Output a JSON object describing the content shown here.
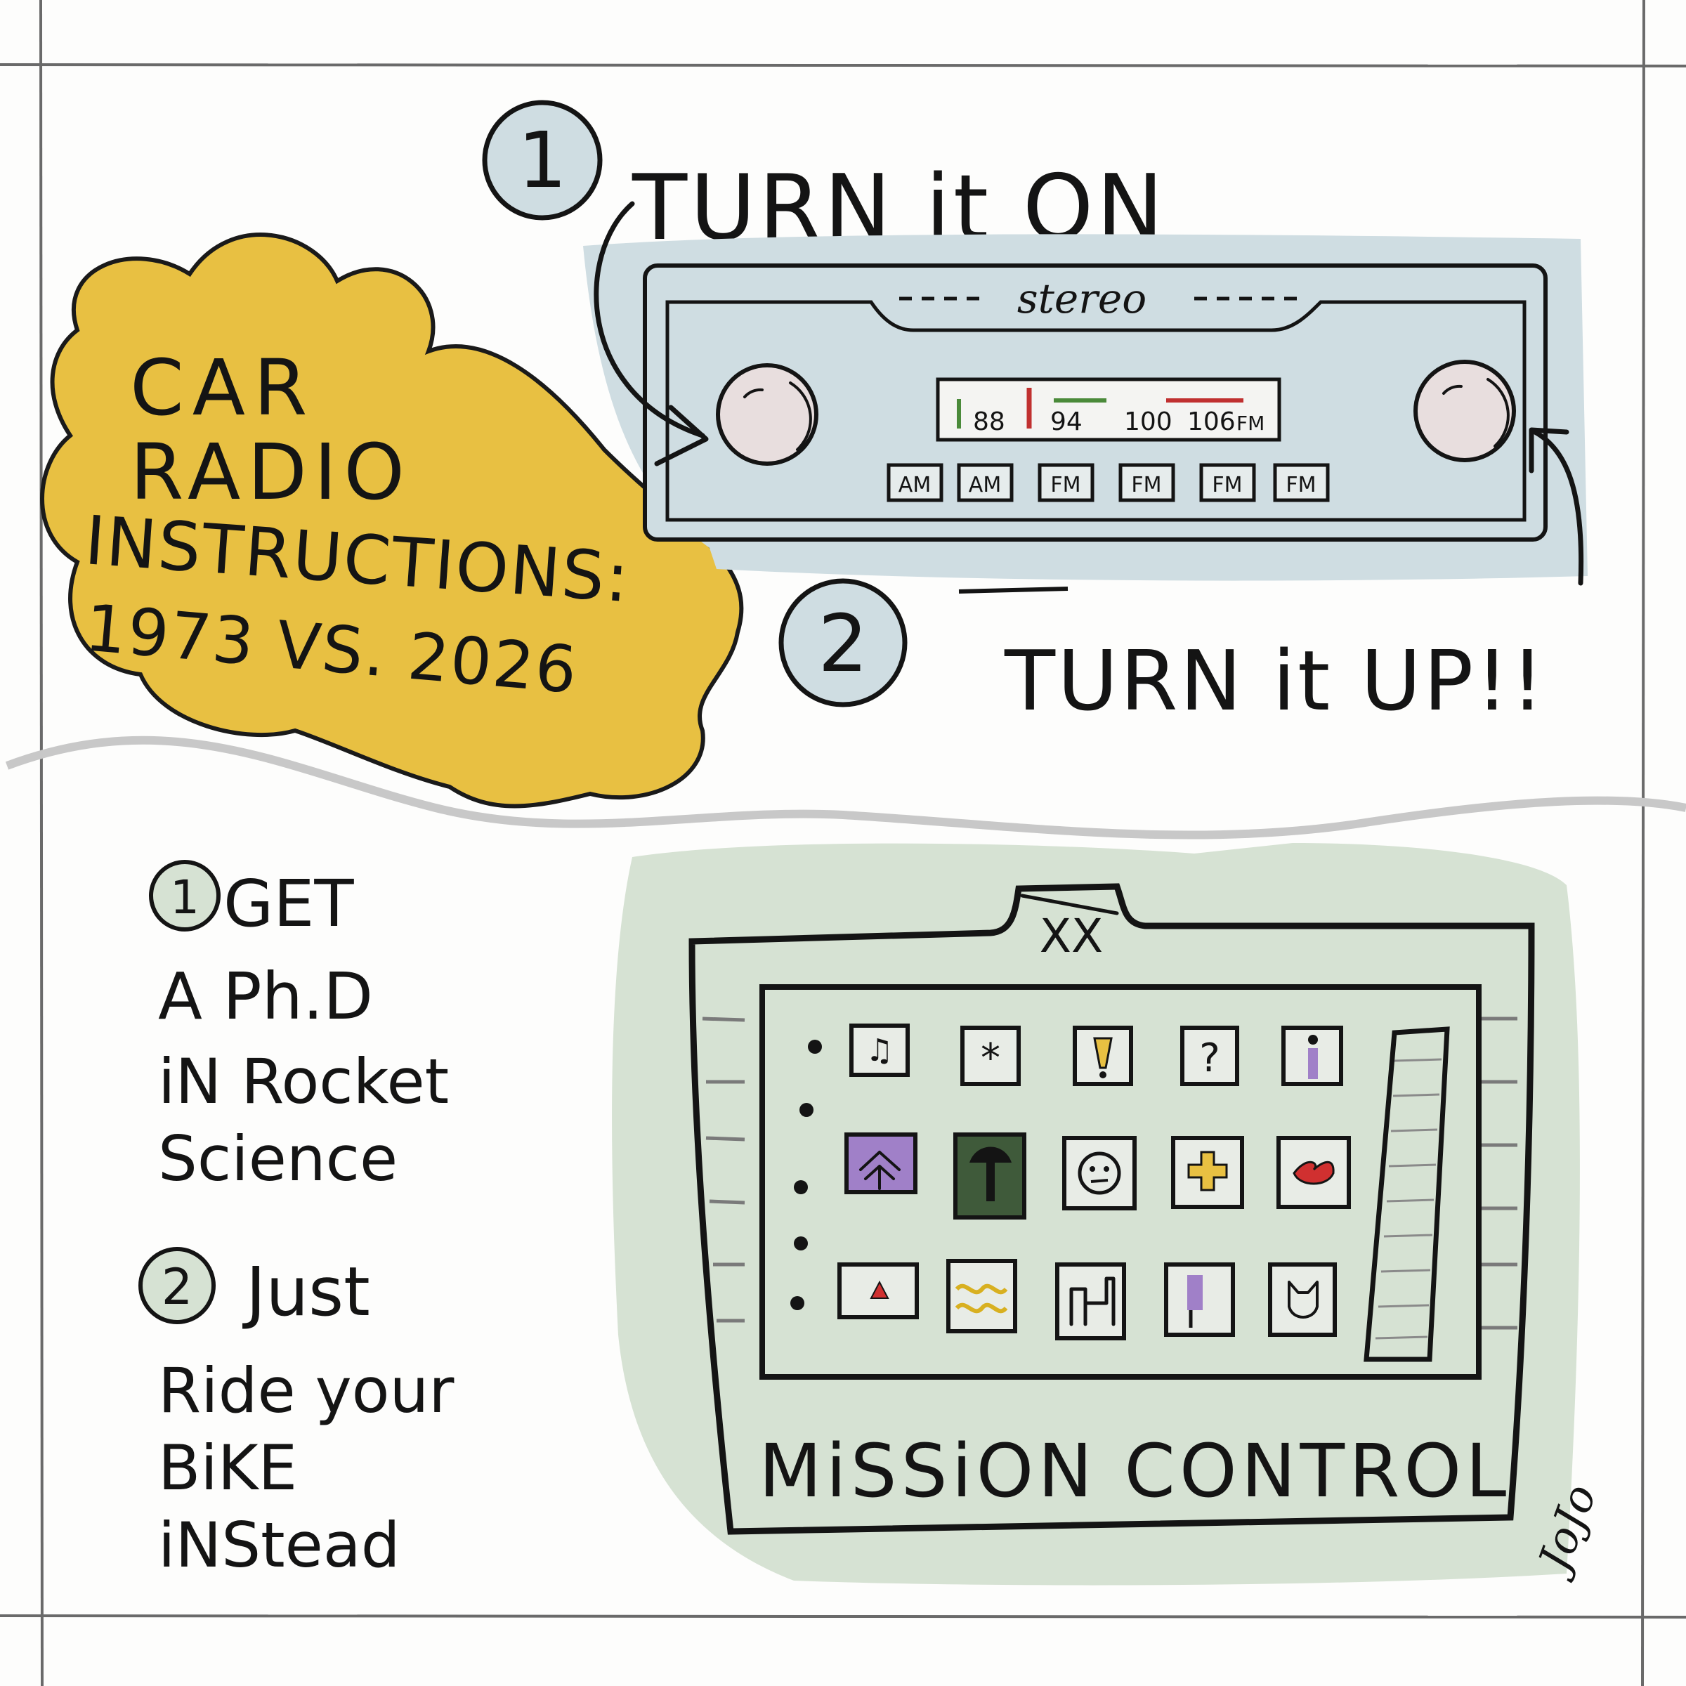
{
  "title_blob": {
    "lines": [
      "CAR",
      "RADIO",
      "INSTRUCTIONS:",
      "1973 VS. 2026"
    ],
    "color": "#e8c042"
  },
  "radio_1973": {
    "brand": "stereo",
    "dial_numbers": [
      "88",
      "94",
      "100",
      "106"
    ],
    "dial_unit": "FM",
    "preset_buttons": [
      "AM",
      "AM",
      "FM",
      "FM",
      "FM",
      "FM"
    ],
    "panel_color": "#cfdde2",
    "steps": [
      {
        "number": "1",
        "text": "TURN it ON"
      },
      {
        "number": "2",
        "text": "TURN it UP!!"
      }
    ]
  },
  "instructions_2026": {
    "steps": [
      {
        "number": "1",
        "lines": [
          "GET",
          "A Ph.D",
          "iN Rocket",
          "Science"
        ]
      },
      {
        "number": "2",
        "lines": [
          "Just",
          "Ride your",
          "BiKE",
          "iNStead"
        ]
      }
    ]
  },
  "infotainment": {
    "top_tab": "XX",
    "label": "MiSSiON CONTROL",
    "panel_color": "#d6e2d3",
    "app_icons": [
      [
        "music-note-icon",
        "asterisk-icon",
        "alert-icon",
        "question-icon",
        "info-icon"
      ],
      [
        "mountain-icon",
        "mushroom-icon",
        "face-icon",
        "plus-icon",
        "lips-icon"
      ],
      [
        "triangle-icon",
        "wave-icon",
        "chair-icon",
        "bar-icon",
        "cat-icon"
      ]
    ]
  },
  "signature": "JoJo"
}
